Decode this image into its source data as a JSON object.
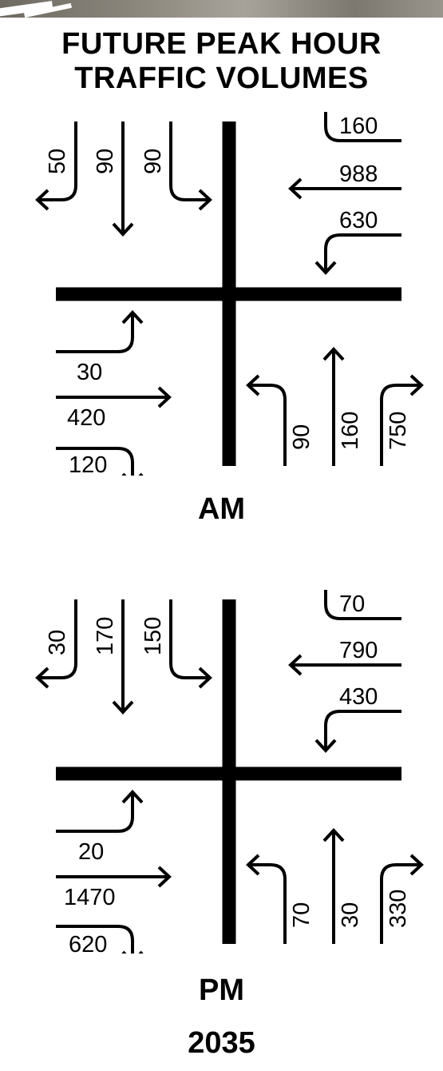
{
  "title_line1": "FUTURE PEAK HOUR",
  "title_line2": "TRAFFIC VOLUMES",
  "am": {
    "label": "AM",
    "southbound": {
      "right": "50",
      "through": "90",
      "left": "90"
    },
    "westbound": {
      "right": "160",
      "through": "988",
      "left": "630"
    },
    "eastbound": {
      "left": "30",
      "through": "420",
      "right": "120"
    },
    "northbound": {
      "left": "90",
      "through": "160",
      "right": "750"
    }
  },
  "pm": {
    "label": "PM",
    "southbound": {
      "right": "30",
      "through": "170",
      "left": "150"
    },
    "westbound": {
      "right": "70",
      "through": "790",
      "left": "430"
    },
    "eastbound": {
      "left": "20",
      "through": "1470",
      "right": "620"
    },
    "northbound": {
      "left": "70",
      "through": "30",
      "right": "330"
    }
  },
  "year": "2035"
}
